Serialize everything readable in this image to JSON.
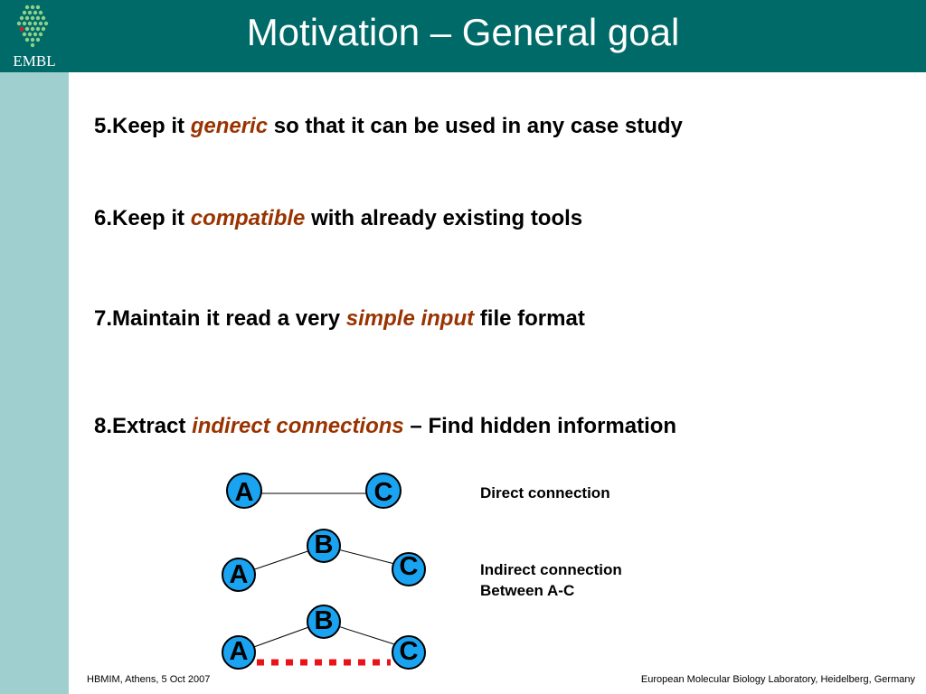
{
  "header": {
    "title": "Motivation – General goal",
    "logo_text": "EMBL"
  },
  "points": [
    {
      "prefix": "5.Keep it ",
      "emphasis": "generic",
      "suffix": " so that it can be used in any case study"
    },
    {
      "prefix": "6.Keep it ",
      "emphasis": "compatible",
      "suffix": " with already existing tools"
    },
    {
      "prefix": "7.Maintain it read a very ",
      "emphasis": "simple input",
      "suffix": " file format"
    },
    {
      "prefix": "8.Extract ",
      "emphasis": "indirect connections",
      "suffix": " – Find hidden information"
    }
  ],
  "diagram": {
    "nodes": {
      "a": "A",
      "b": "B",
      "c": "C"
    },
    "direct_label": "Direct connection",
    "indirect_label_line1": "Indirect connection",
    "indirect_label_line2": "Between A-C"
  },
  "footer": {
    "left": "HBMIM, Athens, 5 Oct 2007",
    "right": "European Molecular Biology Laboratory, Heidelberg, Germany"
  },
  "colors": {
    "header_bg": "#006a68",
    "sidebar_bg": "#9fd0cf",
    "emphasis": "#993300",
    "node_fill": "#1aa3f0",
    "dotted_line": "#e8141a"
  }
}
